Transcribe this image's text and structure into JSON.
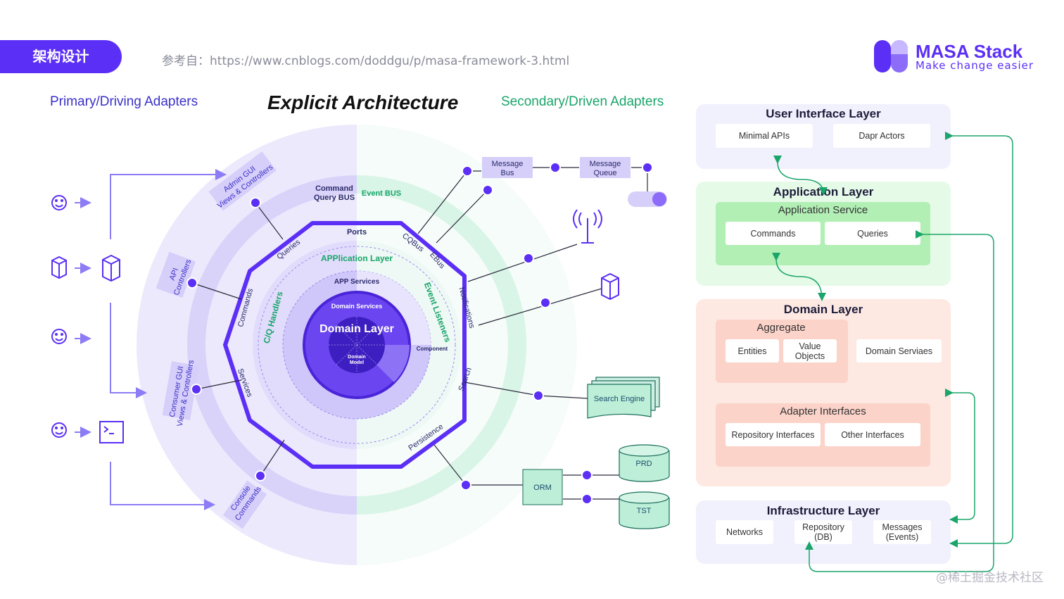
{
  "header": {
    "tag": "架构设计",
    "reference": "参考自：https://www.cnblogs.com/doddgu/p/masa-framework-3.html",
    "logo_title": "MASA Stack",
    "logo_subtitle": "Make change easier"
  },
  "diagram": {
    "left_heading": "Primary/Driving Adapters",
    "title": "Explicit Architecture",
    "right_heading": "Secondary/Driven Adapters",
    "labels": {
      "admin_gui": [
        "Admin GUI",
        "Views & Controllers"
      ],
      "api_controllers": [
        "API",
        "Controllers"
      ],
      "consumer_gui": [
        "Consumer GUI",
        "Views & Controllers"
      ],
      "console_commands": [
        "Console",
        "Commands"
      ],
      "command_query_bus": [
        "Command",
        "Query BUS"
      ],
      "event_bus": "Event BUS",
      "ports": "Ports",
      "queries": "Queries",
      "commands": "Commands",
      "services": "Services",
      "cqbus": "CQBus",
      "ebus": "EBus",
      "notifications": "Notifications",
      "search": "Search",
      "persistence": "Persistence",
      "application_layer": "APPlication Layer",
      "app_services": "APP Services",
      "cq_handlers": "C/Q Handlers",
      "event_listeners": "Event Listeners",
      "domain_services": "Domain Services",
      "domain_layer": "Domain Layer",
      "component": "Component",
      "domain_model": [
        "Domain",
        "Model"
      ],
      "message_bus": [
        "Message",
        "Bus"
      ],
      "message_queue": [
        "Message",
        "Queue"
      ],
      "search_engine": "Search Engine",
      "orm": "ORM",
      "prd": "PRD",
      "tst": "TST"
    }
  },
  "stack": {
    "ui_layer": {
      "title": "User Interface Layer",
      "items": [
        "Minimal APIs",
        "Dapr Actors"
      ]
    },
    "app_layer": {
      "title": "Application Layer",
      "service": "Application Service",
      "items": [
        "Commands",
        "Queries"
      ]
    },
    "domain_layer": {
      "title": "Domain Layer",
      "aggregate": "Aggregate",
      "aggregate_items": [
        "Entities",
        "Value Objects"
      ],
      "domain_services": "Domain Serviaes",
      "adapter_interfaces": "Adapter Interfaces",
      "adapter_items": [
        "Repository Interfaces",
        "Other  Interfaces"
      ]
    },
    "infra_layer": {
      "title": "Infrastructure Layer",
      "items": [
        "Networks",
        "Repository\n(DB)",
        "Messages\n(Events)"
      ]
    }
  },
  "watermark": "@稀土掘金技术社区",
  "colors": {
    "brand": "#5b2ff5",
    "green": "#1aa56b",
    "ui_bg": "#f1f0fd",
    "app_bg": "#e6fae8",
    "domain_bg": "#fde8e2"
  }
}
